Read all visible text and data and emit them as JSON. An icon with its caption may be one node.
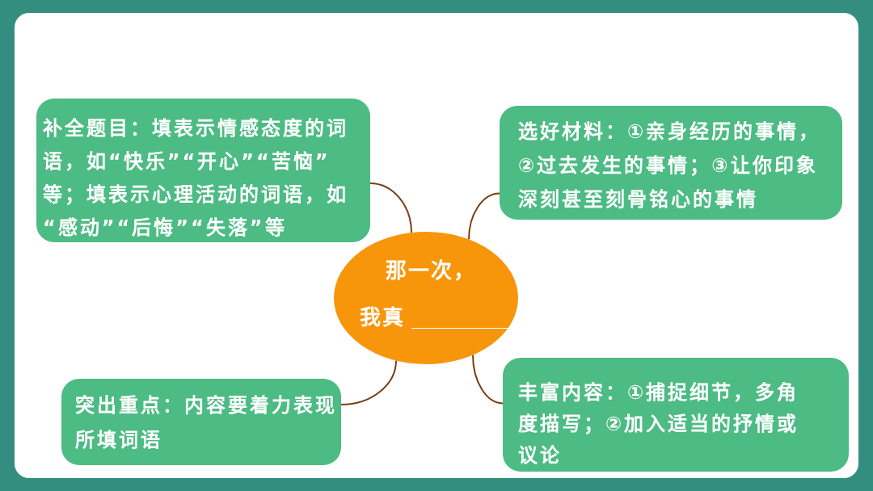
{
  "diagram": {
    "nodes": [
      {
        "text": [
          "补全题目：填表示情感态度的词语，如“快乐”“开心”“苦恼”等；填表示心理活动的词语，如“感动”“后悔”“失落”等"
        ]
      },
      {
        "text": [
          "选好材料：①亲身经历的事情，②过去发生的事情；③让你印象深刻甚至刻骨铭心的事情"
        ]
      },
      {
        "text": [
          "那一次，",
          "我真"
        ]
      },
      {
        "text": [
          "突出重点：内容要着力表现所填词语"
        ]
      },
      {
        "text": [
          "丰富内容：①捕捉细节，多角度描写；②加入适当的抒情或议论"
        ]
      }
    ],
    "edges": [
      {
        "from": 2,
        "to": 0,
        "arrow": "none"
      },
      {
        "from": 2,
        "to": 1,
        "arrow": "none"
      },
      {
        "from": 2,
        "to": 3,
        "arrow": "none"
      },
      {
        "from": 2,
        "to": 4,
        "arrow": "none"
      }
    ]
  }
}
